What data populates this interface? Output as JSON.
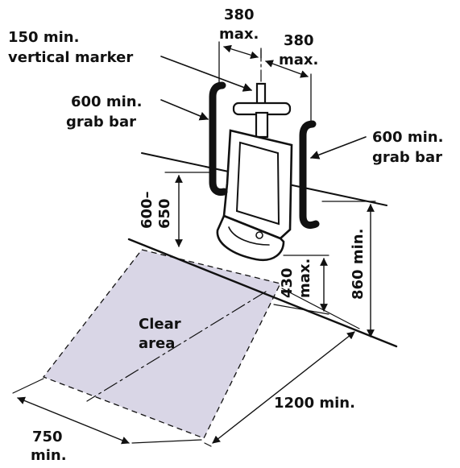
{
  "colors": {
    "ink": "#111111",
    "clear_area_fill": "#d9d6e6",
    "fixture_fill": "#ffffff"
  },
  "labels": {
    "dim_380_top_value": "380",
    "dim_380_top_unit": "max.",
    "dim_380_right_value": "380",
    "dim_380_right_unit": "max.",
    "vertical_marker_line1": "150 min.",
    "vertical_marker_line2": "vertical marker",
    "grab_bar_left_line1": "600 min.",
    "grab_bar_left_line2": "grab bar",
    "grab_bar_right_line1": "600 min.",
    "grab_bar_right_line2": "grab bar",
    "grab_bar_height_line1": "600–",
    "grab_bar_height_line2": "650",
    "rim_height_value": "430",
    "rim_height_unit": "max.",
    "bar_top_height": "860 min.",
    "clear_area_line1": "Clear",
    "clear_area_line2": "area",
    "depth": "1200 min.",
    "width_line1": "750",
    "width_line2": "min."
  }
}
